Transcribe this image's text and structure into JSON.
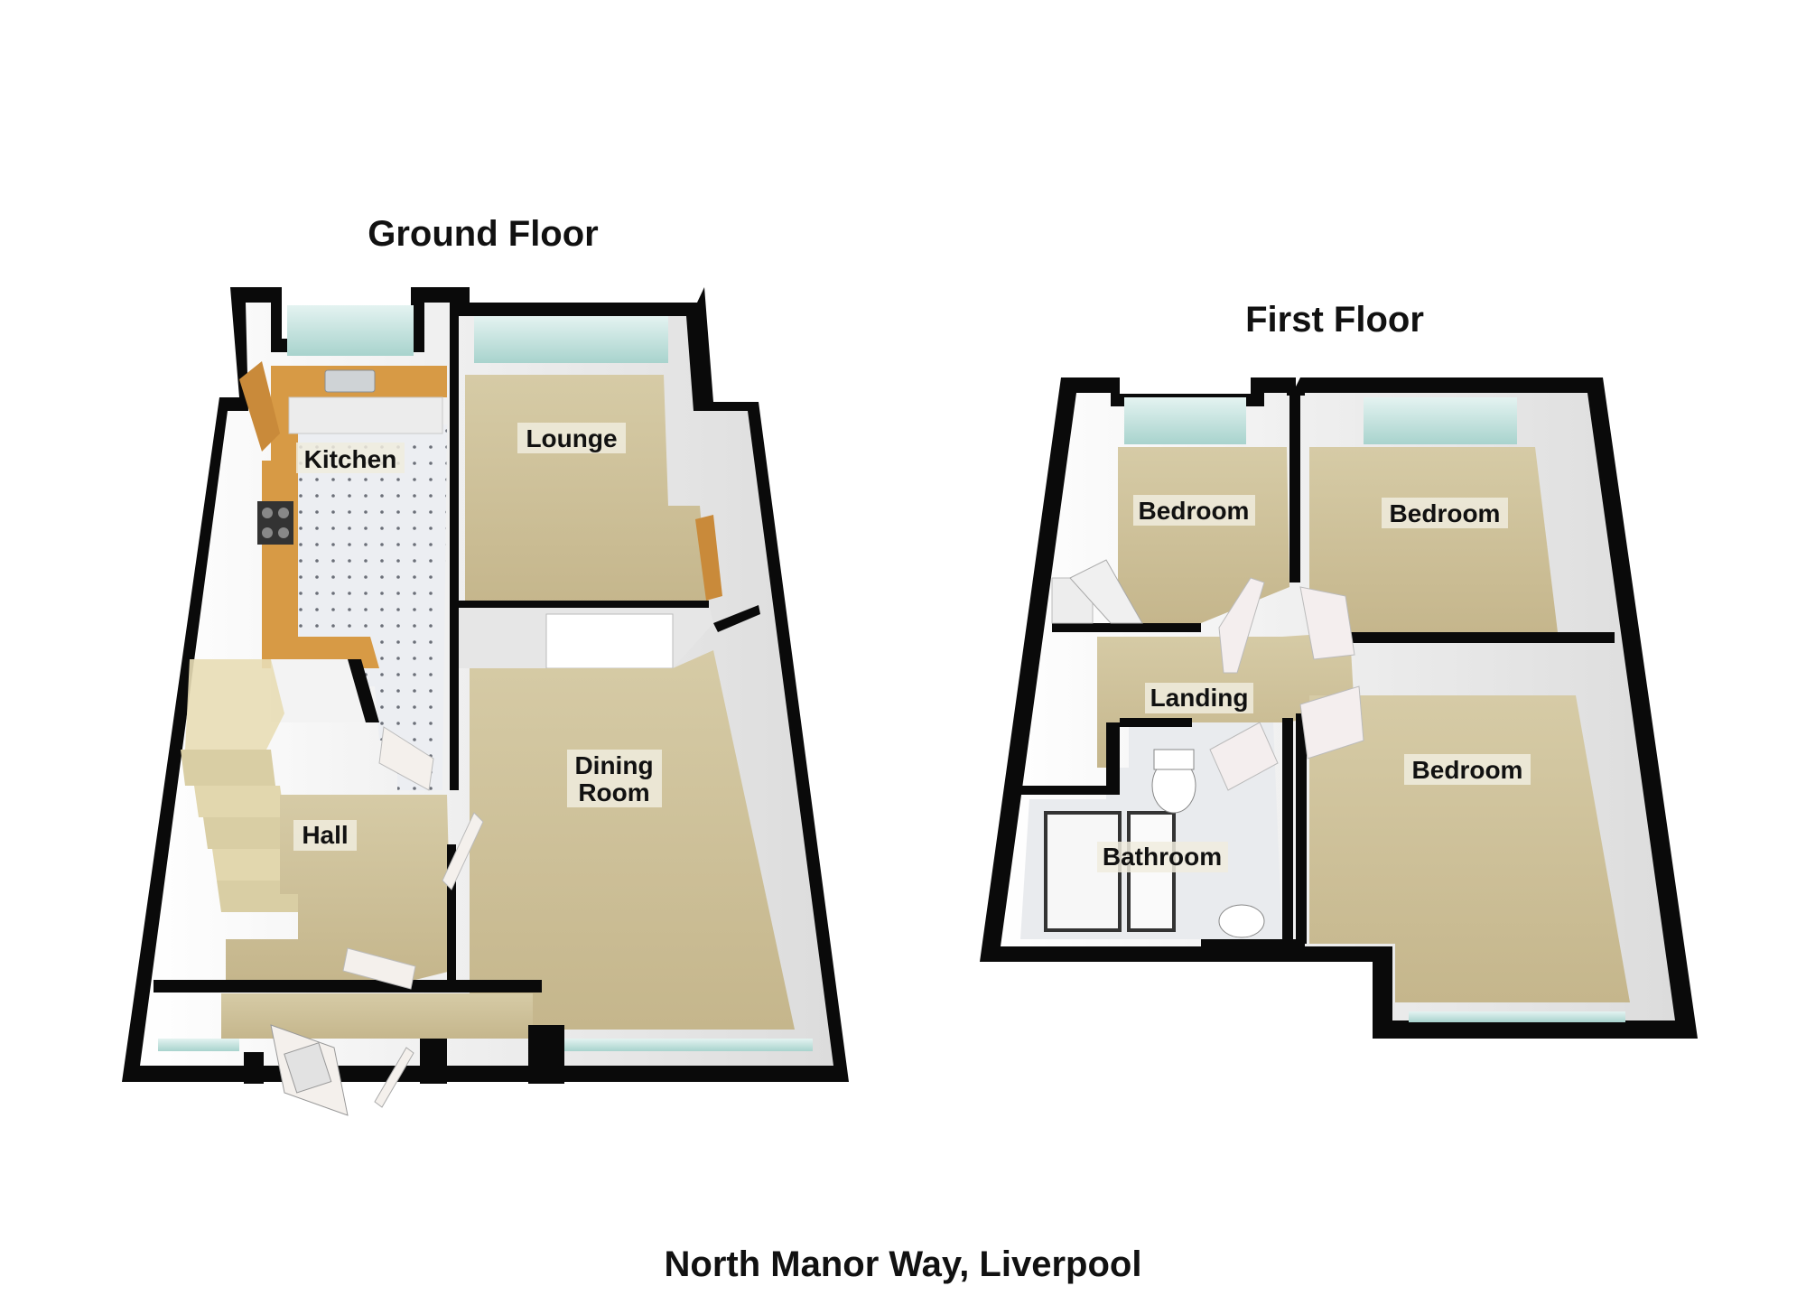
{
  "ground_floor": {
    "title": "Ground Floor",
    "rooms": {
      "kitchen": "Kitchen",
      "lounge": "Lounge",
      "dining_line1": "Dining",
      "dining_line2": "Room",
      "hall": "Hall"
    }
  },
  "first_floor": {
    "title": "First Floor",
    "rooms": {
      "bedroom_left": "Bedroom",
      "bedroom_right": "Bedroom",
      "bedroom_large": "Bedroom",
      "landing": "Landing",
      "bathroom": "Bathroom"
    }
  },
  "caption": "North Manor Way, Liverpool",
  "colors": {
    "wall": "#0a0a0a",
    "carpet": "#c9bc94",
    "wall_face": "#f2f2f2",
    "worktop": "#d79a45",
    "window": "#b9ddd8",
    "floor_tile": "#e8e8ec"
  }
}
